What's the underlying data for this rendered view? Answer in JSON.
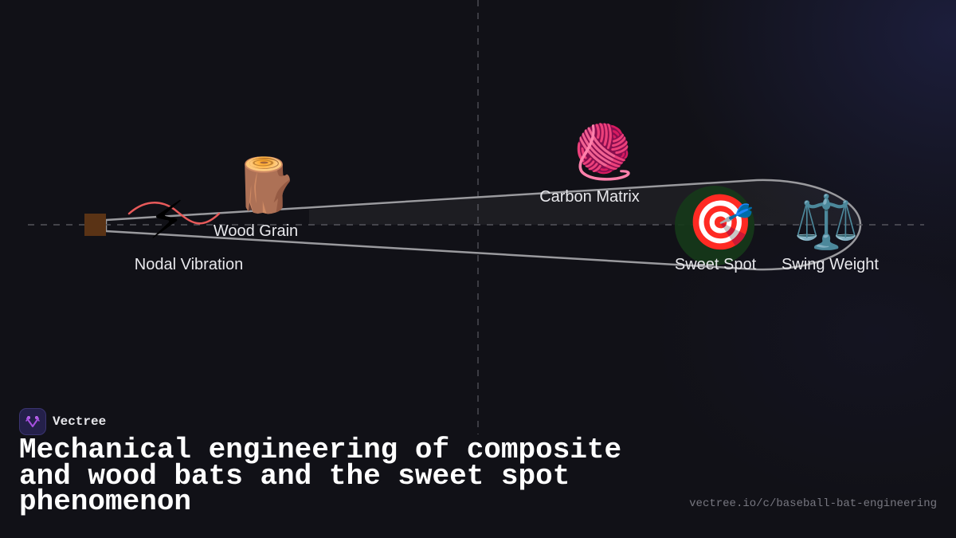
{
  "brand": {
    "name": "Vectree",
    "logo_icon": "vectree-logo-icon",
    "accent_color": "#a64fe0",
    "logo_bg": "#24204a"
  },
  "title": {
    "lines": [
      "Mechanical engineering of composite",
      "and wood bats and the sweet spot",
      "phenomenon"
    ]
  },
  "url": "vectree.io/c/baseball-bat-engineering",
  "diagram": {
    "subject": "baseball bat cross-section",
    "colors": {
      "bat_outline": "#9a9a9e",
      "knob": "#5a3315",
      "vibration_wave": "#e85a5a",
      "axis_dash": "#55555c",
      "sweet_spot_glow": "#1a3a1c"
    },
    "nodes": [
      {
        "id": "nodal-vibration",
        "label": "Nodal Vibration",
        "icon": "lightning-icon",
        "glyph": "⚡"
      },
      {
        "id": "wood-grain",
        "label": "Wood Grain",
        "icon": "wood-log-icon",
        "glyph": "🪵"
      },
      {
        "id": "carbon-matrix",
        "label": "Carbon Matrix",
        "icon": "yarn-ball-icon",
        "glyph": "🧶"
      },
      {
        "id": "sweet-spot",
        "label": "Sweet Spot",
        "icon": "target-dart-icon",
        "glyph": "🎯"
      },
      {
        "id": "swing-weight",
        "label": "Swing Weight",
        "icon": "balance-scale-icon",
        "glyph": "⚖️"
      }
    ]
  }
}
